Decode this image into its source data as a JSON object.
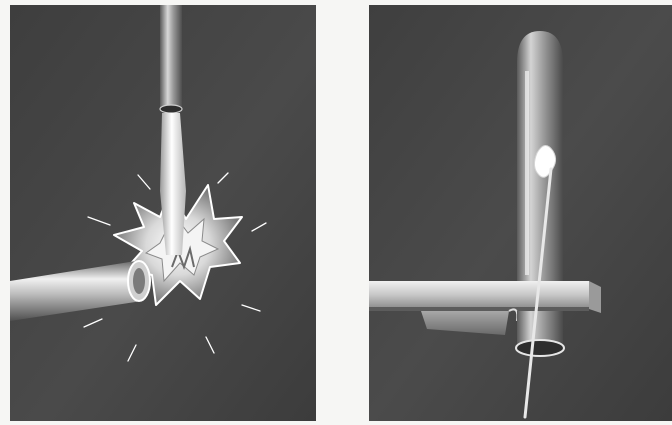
{
  "figure": {
    "panels": [
      {
        "id": "left",
        "subject": "gas-torch-flame-burst-on-tube"
      },
      {
        "id": "right",
        "subject": "vertical-tube-with-swab-on-rod-over-horizontal-bar"
      }
    ],
    "colors": {
      "page_background": "#f6f6f4",
      "panel_background": "#444444",
      "metal_light": "#e8e8e8",
      "metal_dark": "#6f6f6f",
      "flame_white": "#ffffff"
    }
  }
}
